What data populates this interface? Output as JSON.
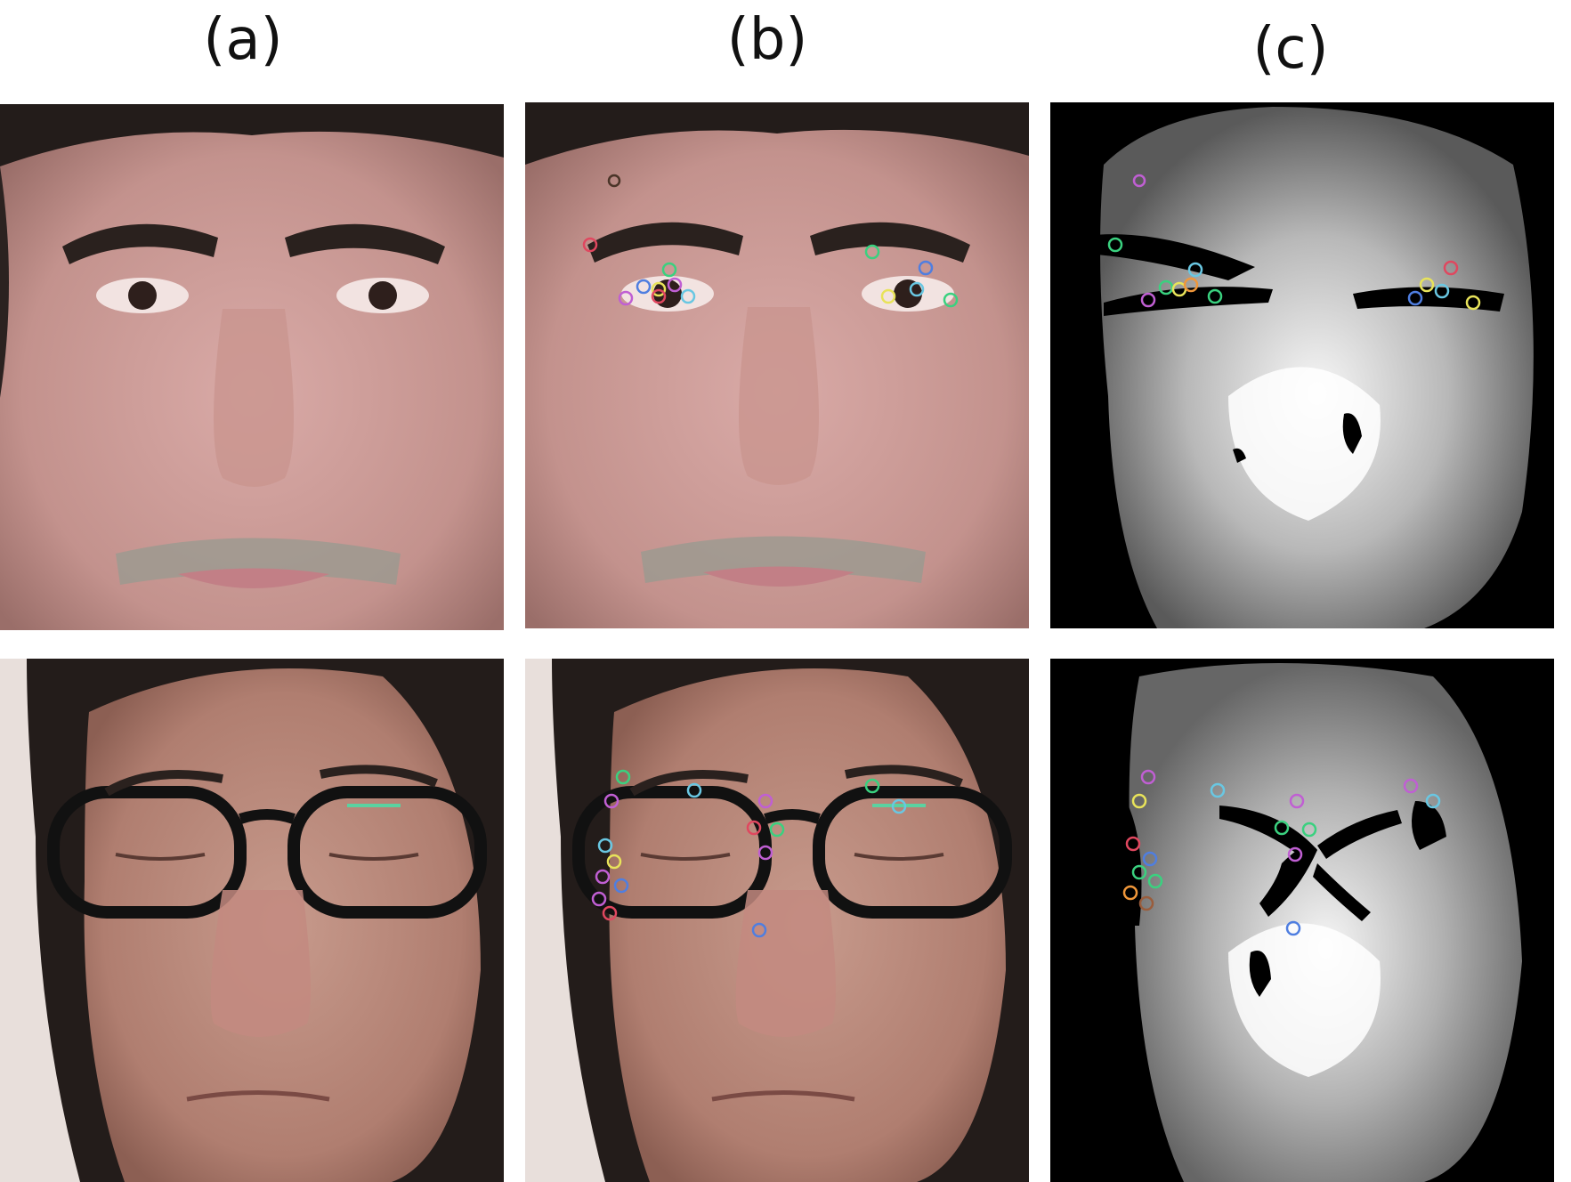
{
  "labels": {
    "a": "(a)",
    "b": "(b)",
    "c": "(c)"
  },
  "colors": {
    "skin_light": "#d7a9a6",
    "skin_dark": "#b07e78",
    "hair": "#231c1a",
    "background_light": "#e8dfdb",
    "depth_black": "#000000",
    "depth_white": "#f4f4f4",
    "marker_palette": [
      "#e0475f",
      "#3ad17f",
      "#4f7ee0",
      "#e8e35a",
      "#c05fd3",
      "#69c7e2",
      "#f0973a",
      "#9a5d3c"
    ]
  },
  "panels": {
    "rgb_1": "photo-face-1",
    "rgb_2": "photo-face-2",
    "landmarks_1": "photo-face-1-with-keypoints",
    "landmarks_2": "photo-face-2-with-keypoints",
    "depth_1": "depth-map-face-1",
    "depth_2": "depth-map-face-2"
  }
}
